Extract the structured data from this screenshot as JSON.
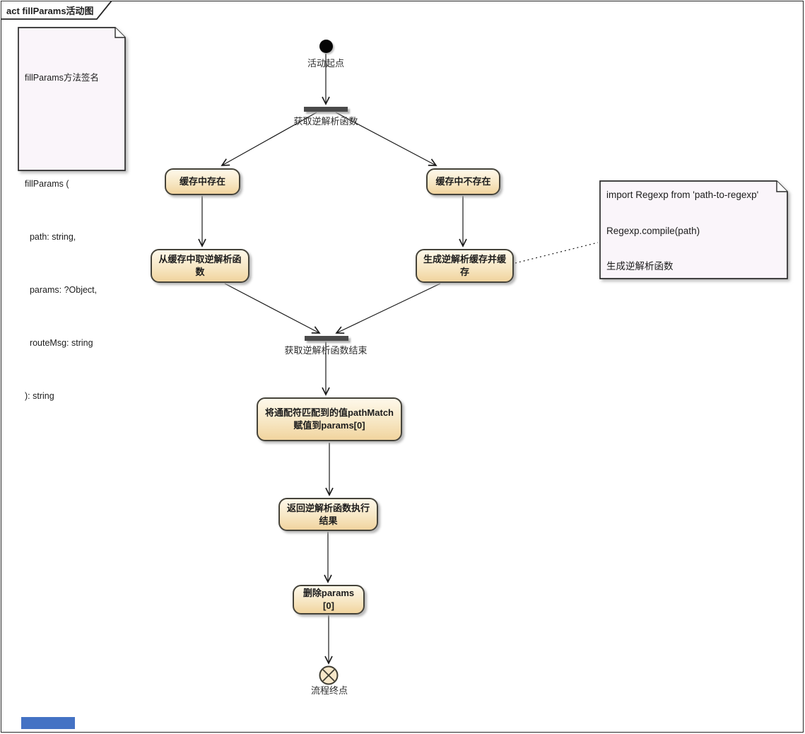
{
  "frame": {
    "title": "act fillParams活动图"
  },
  "colors": {
    "activity_fill_top": "#fef8ea",
    "activity_fill_bottom": "#f1d49e",
    "activity_border": "#45433a",
    "note_fill": "#faf5fa",
    "bar_fill": "#4a4a4a",
    "marker_blue": "#4472c4"
  },
  "notes": {
    "signature": {
      "lines": [
        "fillParams方法签名",
        "",
        "fillParams (",
        "  path: string,",
        "  params: ?Object,",
        "  routeMsg: string",
        "): string"
      ]
    },
    "regexp": {
      "lines": [
        "import Regexp from 'path-to-regexp'",
        "Regexp.compile(path)",
        "生成逆解析函数"
      ]
    }
  },
  "flow": {
    "start_label": "活动起点",
    "fork_label": "获取逆解析函数",
    "cache_hit": {
      "lines": [
        "缓存中存在"
      ]
    },
    "cache_miss": {
      "lines": [
        "缓存中不存在"
      ]
    },
    "get_from_cache": {
      "lines": [
        "从缓存中取逆解析函",
        "数"
      ]
    },
    "generate_cache": {
      "lines": [
        "生成逆解析缓存并缓",
        "存"
      ]
    },
    "join_label": "获取逆解析函数结束",
    "assign_pathmatch": {
      "lines": [
        "将通配符匹配到的值pathMatch",
        "赋值到params[0]"
      ]
    },
    "return_result": {
      "lines": [
        "返回逆解析函数执行",
        "结果"
      ]
    },
    "delete_params": {
      "lines": [
        "删除params",
        "[0]"
      ]
    },
    "end_label": "流程终点"
  }
}
